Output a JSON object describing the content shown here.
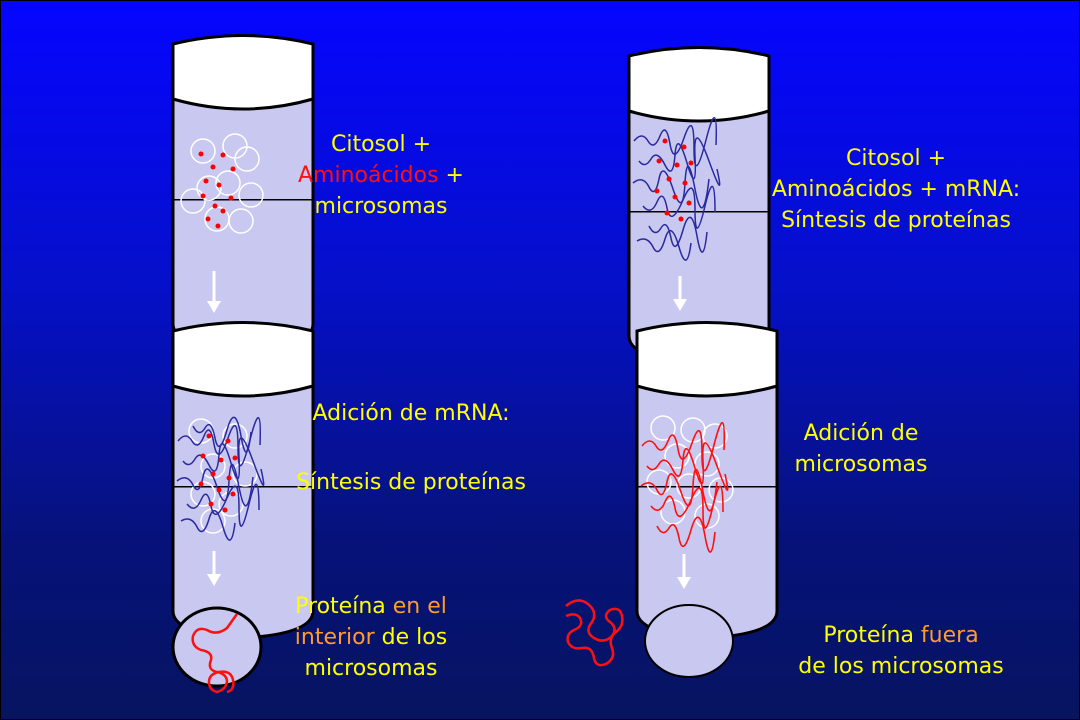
{
  "colors": {
    "background_top": "#0505ff",
    "background_bottom": "#071460",
    "text": "#ffff00",
    "highlight_red": "#ff1010",
    "highlight_orange": "#ff9a2e",
    "tube_liquid": "#c8c8f0",
    "mrna": "#3030a0",
    "protein": "#ff1010",
    "amino_acid": "#ff0000"
  },
  "left_column": {
    "step1": {
      "line1": "Citosol +",
      "line2_highlight": "Aminoácidos",
      "line2_rest": " +",
      "line3": "microsomas"
    },
    "step2": {
      "line1": "Adición de mRNA:",
      "line2": "Síntesis de proteínas"
    },
    "step3": {
      "line1_a": "Proteína ",
      "line1_highlight": "en el",
      "line2_highlight": "interior",
      "line2_rest": " de los",
      "line3": "microsomas"
    }
  },
  "right_column": {
    "step1": {
      "line1": "Citosol +",
      "line2": "Aminoácidos + mRNA:",
      "line3": "Síntesis de proteínas"
    },
    "step2": {
      "line1": "Adición de",
      "line2": "microsomas"
    },
    "step3": {
      "line1_a": "Proteína ",
      "line1_highlight": "fuera",
      "line2": "de los microsomas"
    }
  }
}
